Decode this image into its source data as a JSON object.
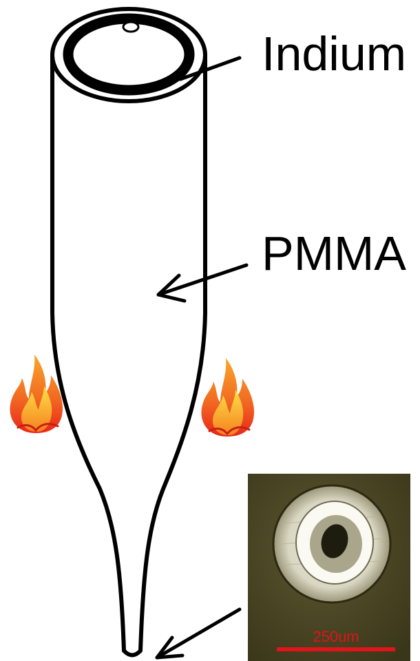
{
  "labels": {
    "indium": "Indium",
    "pmma": "PMMA"
  },
  "micrograph": {
    "scale_bar_text": "250um"
  },
  "colors": {
    "outline": "#000000",
    "scale_bar": "#e0141a",
    "micrograph_background": "#4a4521",
    "flame_outer": "#f0461c",
    "flame_mid": "#f7941d",
    "flame_inner": "#fcd116"
  }
}
